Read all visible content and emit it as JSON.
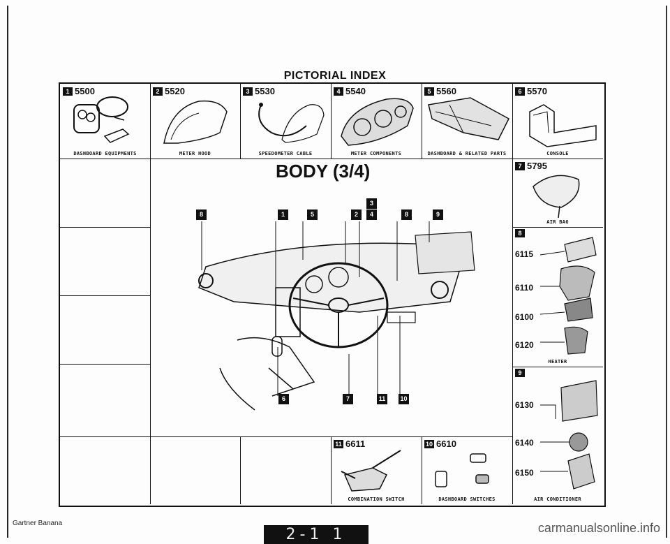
{
  "page": {
    "title": "PICTORIAL INDEX",
    "section_title": "BODY (3/4)",
    "footer_left": "Gartner Banana",
    "page_number": "2-1 1",
    "watermark": "carmanualsonline.info"
  },
  "top_row": [
    {
      "badge": "1",
      "code": "5500",
      "caption": "DASHBOARD EQUIPMENTS"
    },
    {
      "badge": "2",
      "code": "5520",
      "caption": "METER HOOD"
    },
    {
      "badge": "3",
      "code": "5530",
      "caption": "SPEEDOMETER CABLE"
    },
    {
      "badge": "4",
      "code": "5540",
      "caption": "METER COMPONENTS"
    },
    {
      "badge": "5",
      "code": "5560",
      "caption": "DASHBOARD & RELATED PARTS"
    },
    {
      "badge": "6",
      "code": "5570",
      "caption": "CONSOLE"
    }
  ],
  "right_column": {
    "air_bag": {
      "badge": "7",
      "code": "5795",
      "caption": "AIR BAG"
    },
    "heater": {
      "badge": "8",
      "parts": [
        "6115",
        "6110",
        "6100",
        "6120"
      ],
      "caption": "HEATER"
    },
    "air_conditioner": {
      "badge": "9",
      "parts": [
        "6130",
        "6140",
        "6150"
      ],
      "caption": "AIR CONDITIONER"
    }
  },
  "bottom_row": [
    {
      "badge": "11",
      "code": "6611",
      "caption": "COMBINATION SWITCH"
    },
    {
      "badge": "10",
      "code": "6610",
      "caption": "DASHBOARD SWITCHES"
    }
  ],
  "callouts_top": [
    "8",
    "1",
    "5",
    "2",
    "3",
    "4",
    "8",
    "9"
  ],
  "callouts_bottom": [
    "6",
    "7",
    "11",
    "10"
  ]
}
